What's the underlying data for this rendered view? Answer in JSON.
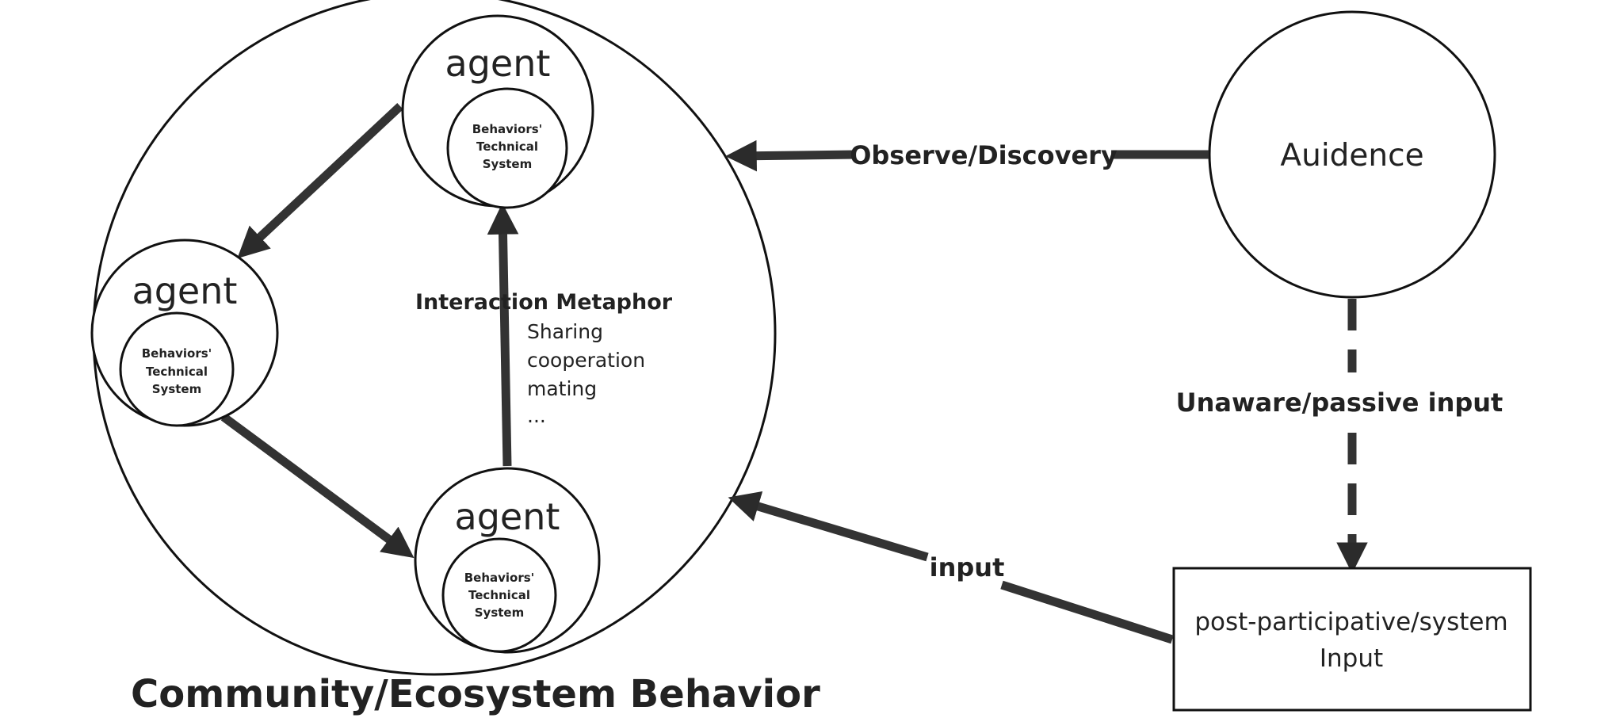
{
  "agents": [
    {
      "title": "agent",
      "inner": [
        "Behaviors'",
        "Technical",
        "System"
      ]
    },
    {
      "title": "agent",
      "inner": [
        "Behaviors'",
        "Technical",
        "System"
      ]
    },
    {
      "title": "agent",
      "inner": [
        "Behaviors'",
        "Technical",
        "System"
      ]
    }
  ],
  "interaction": {
    "title": "Interaction Metaphor",
    "items": [
      "Sharing",
      "cooperation",
      "mating",
      "..."
    ]
  },
  "audience": {
    "label": "Auidence"
  },
  "labels": {
    "observe": "Observe/Discovery",
    "unaware": "Unaware/passive input",
    "input": "input"
  },
  "input_box": {
    "lines": [
      "post-participative/system",
      "Input"
    ]
  },
  "caption": "Community/Ecosystem Behavior",
  "colors": {
    "stroke": "#2b2b2b",
    "text": "#222222",
    "background": "#ffffff"
  }
}
